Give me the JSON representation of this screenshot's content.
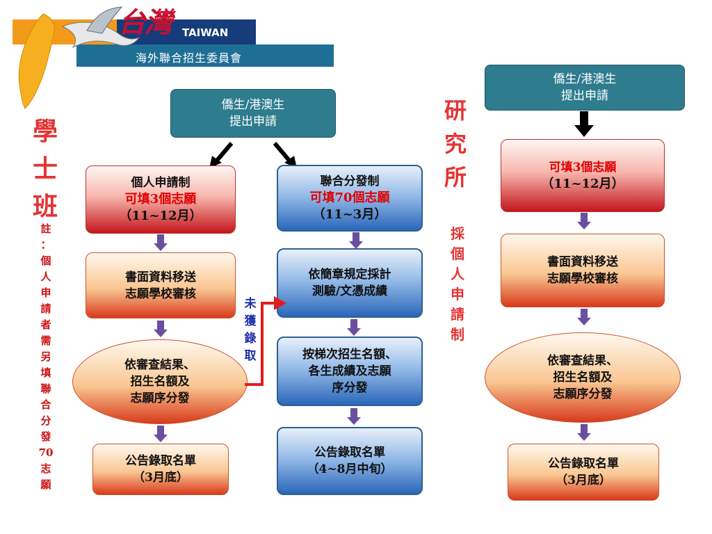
{
  "logo": {
    "taiwan_zh": "台灣",
    "taiwan_en": "TAIWAN",
    "org": "海外聯合招生委員會"
  },
  "bachelor": {
    "heading": [
      "學",
      "士",
      "班"
    ],
    "note": [
      "註",
      "：",
      "個",
      "人",
      "申",
      "請",
      "者",
      "需",
      "另",
      "填",
      "聯",
      "合",
      "分",
      "發",
      "70",
      "志",
      "願"
    ],
    "start": [
      "僑生/港澳生",
      "提出申請"
    ],
    "personal": {
      "title": "個人申請制",
      "quota": "可填3個志願",
      "period": "（11~12月）"
    },
    "personal_review": [
      "書面資料移送",
      "志願學校審核"
    ],
    "personal_assign": [
      "依審查結果、",
      "招生名額及",
      "志願序分發"
    ],
    "personal_result": [
      "公告錄取名單",
      "（3月底）"
    ],
    "joint": {
      "title": "聯合分發制",
      "quota": "可填70個志願",
      "period": "（11~3月）"
    },
    "joint_score": [
      "依簡章規定採計",
      "測驗/文憑成績"
    ],
    "joint_assign": [
      "按梯次招生名額、",
      "各生成績及志願",
      "序分發"
    ],
    "joint_result": [
      "公告錄取名單",
      "（4~8月中旬）"
    ],
    "not_admitted": [
      "未",
      "獲",
      "錄",
      "取"
    ]
  },
  "graduate": {
    "heading": [
      "研",
      "究",
      "所"
    ],
    "method": [
      "採",
      "個",
      "人",
      "申",
      "請",
      "制"
    ],
    "start": [
      "僑生/港澳生",
      "提出申請"
    ],
    "quota": "可填3個志願",
    "period": "（11~12月）",
    "review": [
      "書面資料移送",
      "志願學校審核"
    ],
    "assign": [
      "依審查結果、",
      "招生名額及",
      "志願序分發"
    ],
    "result": [
      "公告錄取名單",
      "（3月底）"
    ]
  }
}
